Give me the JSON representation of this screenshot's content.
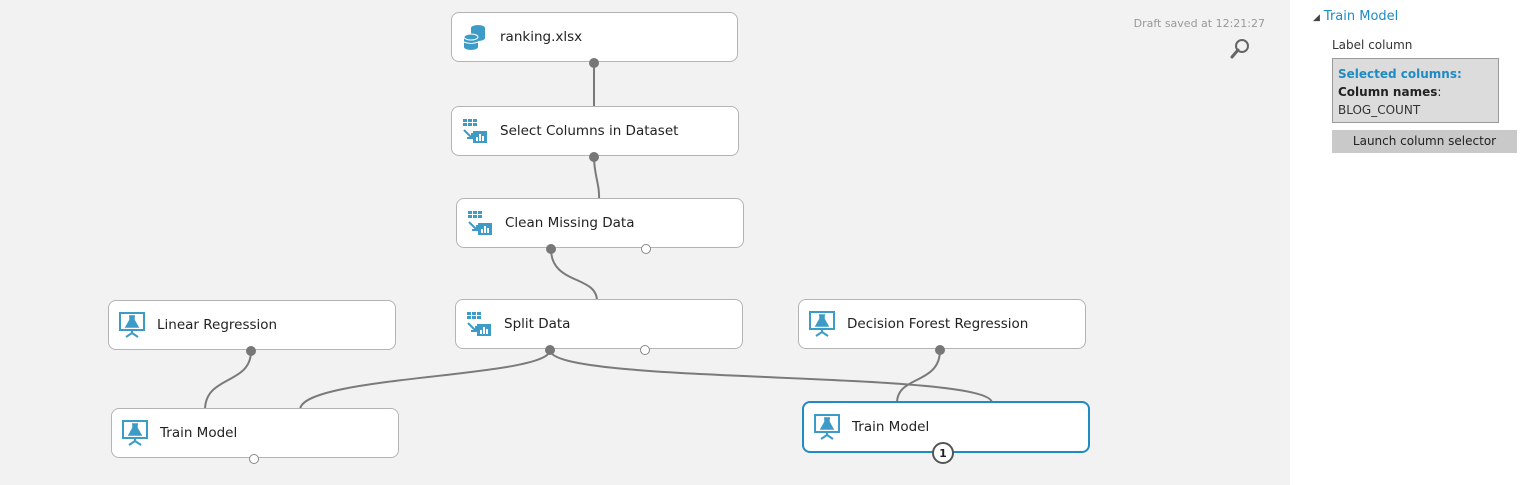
{
  "canvas": {
    "draft_status": "Draft saved at 12:21:27",
    "zoom_icon": "magnifier-icon",
    "nodes": [
      {
        "label": "ranking.xlsx",
        "icon": "dataset-icon"
      },
      {
        "label": "Select Columns in Dataset",
        "icon": "data-transform-icon"
      },
      {
        "label": "Clean Missing Data",
        "icon": "data-transform-icon"
      },
      {
        "label": "Split Data",
        "icon": "data-transform-icon"
      },
      {
        "label": "Linear Regression",
        "icon": "ml-flask-icon"
      },
      {
        "label": "Decision Forest Regression",
        "icon": "ml-flask-icon"
      },
      {
        "label": "Train Model",
        "icon": "ml-flask-icon"
      },
      {
        "label": "Train Model",
        "icon": "ml-flask-icon",
        "selected": true,
        "badge": "1"
      }
    ]
  },
  "panel": {
    "title": "Train Model",
    "label_column_caption": "Label column",
    "selected_columns_heading": "Selected columns:",
    "column_names_label": "Column names",
    "column_names_sep": ":",
    "column_value": "BLOG_COUNT",
    "launch_button": "Launch column selector"
  },
  "colors": {
    "accent": "#1e8bc3",
    "icon": "#3d9bc8",
    "canvas_bg": "#f2f2f2",
    "connector": "#777777"
  }
}
